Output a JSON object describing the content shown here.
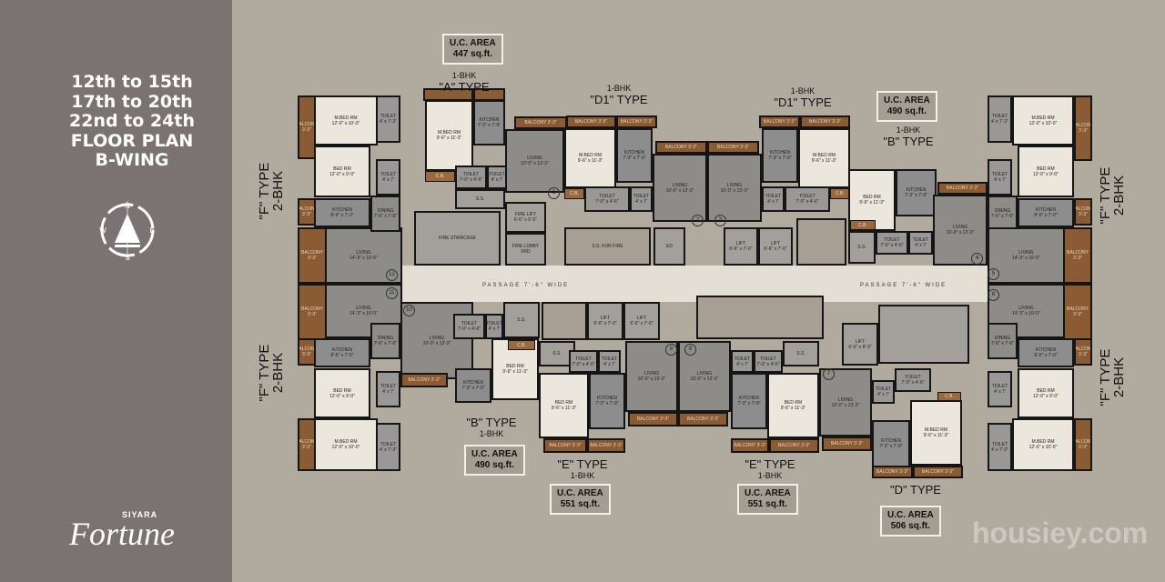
{
  "panel": {
    "title_lines": [
      "12th to 15th",
      "17th to 20th",
      "22nd to 24th",
      "FLOOR PLAN",
      "B-WING"
    ],
    "compass": {
      "n": "N",
      "e": "E",
      "s": "S",
      "w": "W"
    },
    "logo": {
      "brand": "SIYARA",
      "name": "Fortune"
    }
  },
  "units": {
    "a": {
      "type": "\"A\" TYPE",
      "bhk": "1-BHK",
      "area_label": "U.C. AREA",
      "area": "447 sq.ft."
    },
    "d1_left": {
      "type": "\"D1\" TYPE",
      "bhk": "1-BHK"
    },
    "d1_right": {
      "type": "\"D1\" TYPE",
      "bhk": "1-BHK"
    },
    "b_top": {
      "type": "\"B\" TYPE",
      "bhk": "1-BHK",
      "area_label": "U.C. AREA",
      "area": "490 sq.ft."
    },
    "b_bottom": {
      "type": "\"B\" TYPE",
      "bhk": "1-BHK",
      "area_label": "U.C. AREA",
      "area": "490 sq.ft."
    },
    "e_left": {
      "type": "\"E\" TYPE",
      "bhk": "1-BHK",
      "area_label": "U.C. AREA",
      "area": "551 sq.ft."
    },
    "e_right": {
      "type": "\"E\" TYPE",
      "bhk": "1-BHK",
      "area_label": "U.C. AREA",
      "area": "551 sq.ft."
    },
    "d": {
      "type": "\"D\" TYPE",
      "area_label": "U.C. AREA",
      "area": "506 sq.ft."
    },
    "f": {
      "type": "\"F\" TYPE",
      "bhk": "2-BHK"
    }
  },
  "passage": "PASSAGE  7'-6\"  WIDE",
  "rooms": {
    "mbed_f": {
      "name": "M.BED RM",
      "size": "12'-0\" x 10'-0\""
    },
    "bed_f": {
      "name": "BED RM",
      "size": "12'-0\" x 9'-0\""
    },
    "kitchen_f": {
      "name": "KITCHEN",
      "size": "8'-6\" x 7'-0\""
    },
    "living_f": {
      "name": "LIVING",
      "size": "14'-3\" x 10'-0\""
    },
    "dining_f": {
      "name": "DINING",
      "size": "7'-6\" x 7'-6\""
    },
    "toilet_f1": {
      "name": "TOILET",
      "size": "4' x 7'-3\""
    },
    "toilet_f2": {
      "name": "TOILET",
      "size": "4' x 7'"
    },
    "balcony_33": {
      "name": "BALCONY 3'-3\"",
      "size": ""
    },
    "mbed_1bhk": {
      "name": "M.BED RM",
      "size": "9'-6\" x 11'-3\""
    },
    "bed_1bhk": {
      "name": "BED RM",
      "size": "9'-6\" x 11'-3\""
    },
    "kitchen_1bhk": {
      "name": "KITCHEN",
      "size": "7'-3\" x 7'-9\""
    },
    "living_1bhk": {
      "name": "LIVING",
      "size": "10'-0\" x 13'-3\""
    },
    "toilet_1bhk": {
      "name": "TOILET",
      "size": "7'-0\" x 4'-6\""
    },
    "toilet_small": {
      "name": "TOILET",
      "size": "4' x 7'"
    },
    "ss": {
      "name": "S.S.",
      "size": ""
    },
    "cb": {
      "name": "C.B.",
      "size": ""
    },
    "fire_staircase": {
      "name": "FIRE STAIRCASE",
      "size": ""
    },
    "fire_lift": {
      "name": "FIRE LIFT",
      "size": "6'-6\" x 6'-0\""
    },
    "fire_lobby": {
      "name": "FIRE LOBBY",
      "size": "FRD"
    },
    "ss_fire": {
      "name": "S.S. FOR FIRE",
      "size": ""
    },
    "ed": {
      "name": "ED",
      "size": ""
    },
    "lift": {
      "name": "LIFT",
      "size": "6'-6\" x 7'-0\""
    },
    "lift_small": {
      "name": "LIFT",
      "size": "6'-6\" x 8'-3\""
    }
  },
  "flat_numbers": [
    "1",
    "2",
    "3",
    "4",
    "5",
    "6",
    "7",
    "8",
    "9",
    "10",
    "11",
    "12"
  ],
  "watermark": "housiey.com"
}
